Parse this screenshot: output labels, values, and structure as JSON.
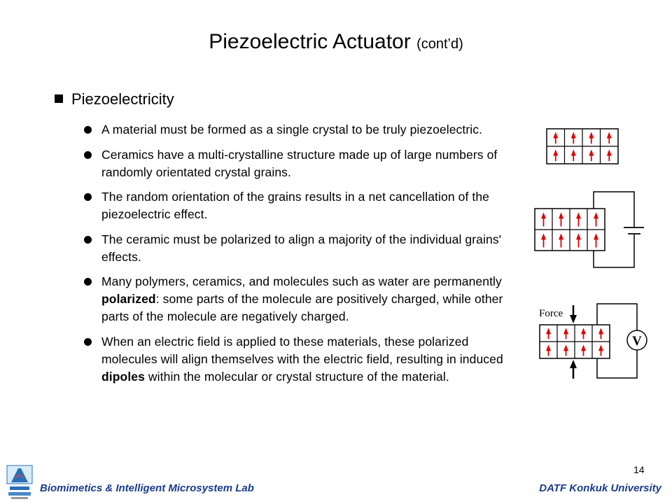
{
  "slide": {
    "title": "Piezoelectric Actuator",
    "title_suffix": "(cont’d)",
    "section": "Piezoelectricity",
    "bullets": [
      {
        "text": "A material must be formed as a single crystal to be truly piezoelectric."
      },
      {
        "text": "Ceramics have a multi-crystalline structure made up of large numbers of randomly orientated crystal grains."
      },
      {
        "text": "The random orientation of the grains results in a net cancellation of the piezoelectric effect."
      },
      {
        "text": "The ceramic must be polarized to align a majority of the individual grains' effects."
      },
      {
        "pre": "Many polymers, ceramics, and molecules such as water are permanently ",
        "bold": "polarized",
        "post": ": some parts of the molecule are positively charged, while other parts of the molecule are negatively charged."
      },
      {
        "pre": "When an electric field is applied to these materials, these polarized molecules will align themselves with the electric field, resulting in induced ",
        "bold": "dipoles",
        "post": " within the molecular or crystal structure of the material."
      }
    ],
    "page_number": "14"
  },
  "figures": {
    "force_label": "Force",
    "voltmeter_label": "V",
    "arrow_color": "#e00000"
  },
  "footer": {
    "left": "Biomimetics & Intelligent Microsystem Lab",
    "right": "DATF Konkuk University"
  }
}
